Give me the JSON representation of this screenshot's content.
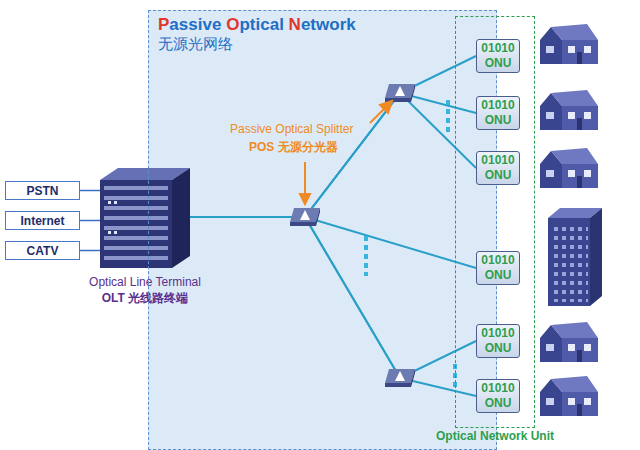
{
  "diagram": {
    "nodes": [
      {
        "text": [
          "PSTN"
        ]
      },
      {
        "text": [
          "Internet"
        ]
      },
      {
        "text": [
          "CATV"
        ]
      },
      {
        "text": [
          "Optical Line Terminal",
          "OLT 光线路终端"
        ]
      },
      {
        "text": [
          "Passive Optical Network",
          "无源光网络"
        ]
      },
      {
        "text": [
          "Optical Network Unit"
        ]
      },
      {
        "text": [
          "01010",
          "ONU"
        ],
        "in": 5
      },
      {
        "text": [
          "01010",
          "ONU"
        ],
        "in": 5
      },
      {
        "text": [
          "01010",
          "ONU"
        ],
        "in": 5
      },
      {
        "text": [
          "01010",
          "ONU"
        ],
        "in": 5
      },
      {
        "text": [
          "01010",
          "ONU"
        ],
        "in": 5
      },
      {
        "text": [
          "01010",
          "ONU"
        ],
        "in": 5
      }
    ],
    "edges": [
      {
        "from": 0,
        "to": 3,
        "arrow": "none"
      },
      {
        "from": 1,
        "to": 3,
        "arrow": "none"
      },
      {
        "from": 2,
        "to": 3,
        "arrow": "none"
      },
      {
        "from": 3,
        "to": 6,
        "arrow": "none"
      },
      {
        "from": 3,
        "to": 7,
        "arrow": "none"
      },
      {
        "from": 3,
        "to": 8,
        "arrow": "none"
      },
      {
        "from": 3,
        "to": 9,
        "arrow": "none"
      },
      {
        "from": 3,
        "to": 10,
        "arrow": "none"
      },
      {
        "from": 3,
        "to": 11,
        "arrow": "none"
      }
    ],
    "labels": [
      "Passive Optical Splitter",
      "POS 无源分光器"
    ]
  }
}
